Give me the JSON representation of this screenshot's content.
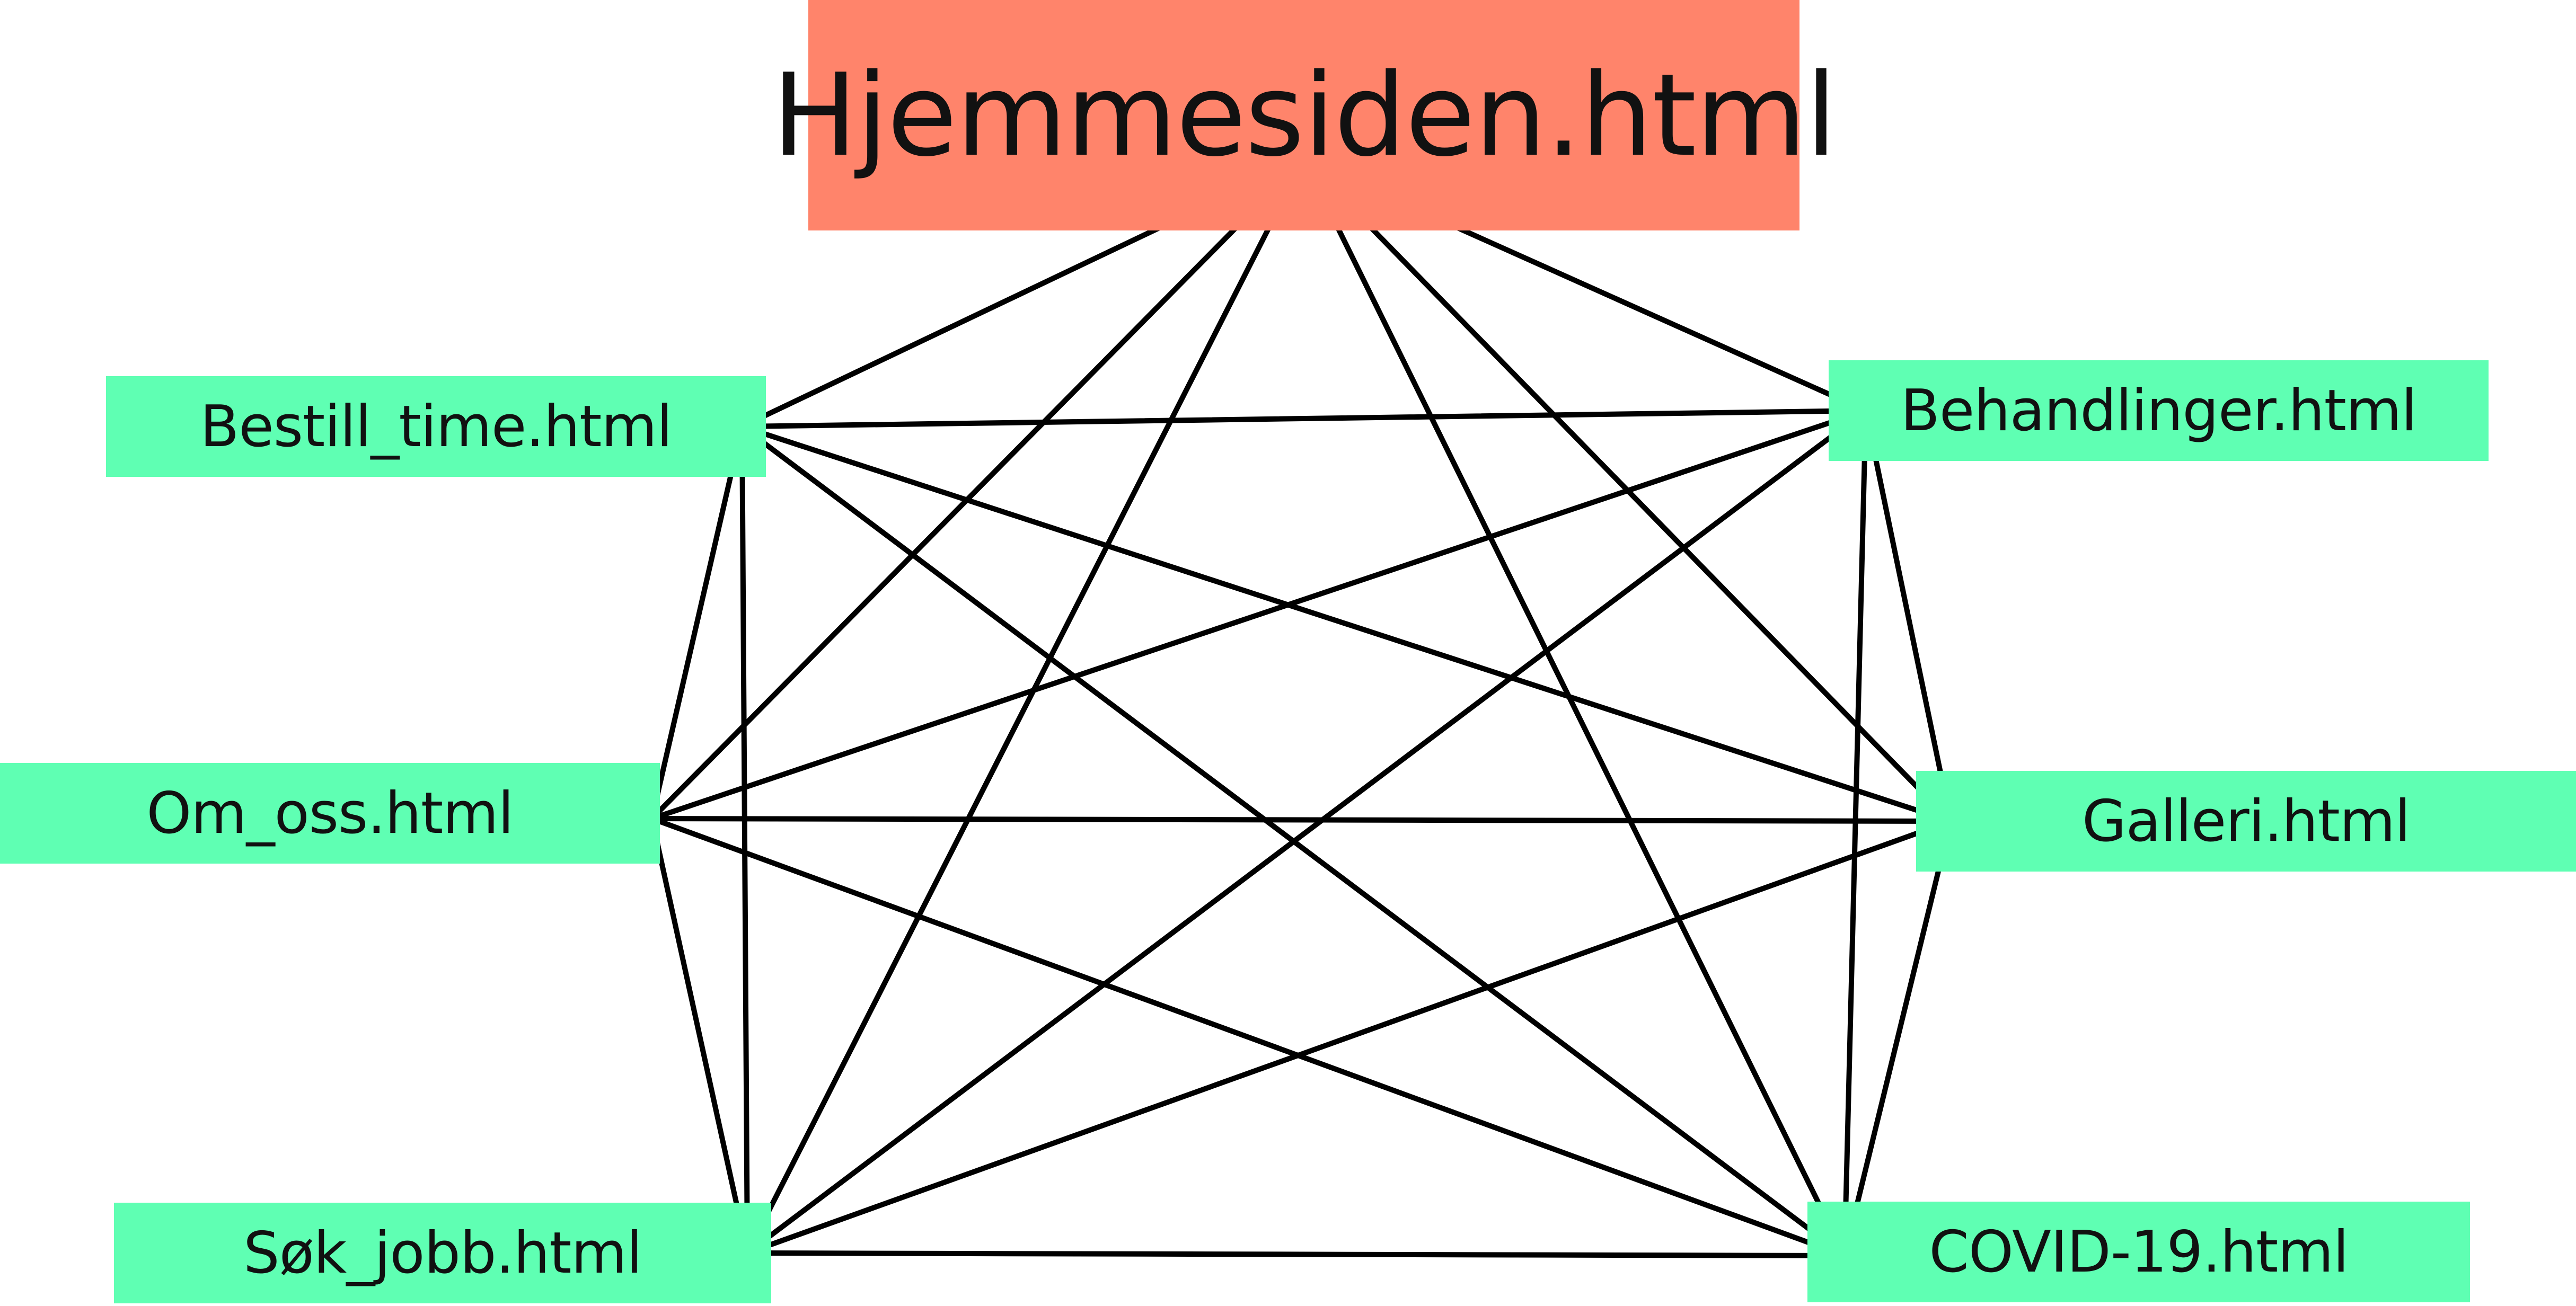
{
  "colors": {
    "root_fill": "#ff846b",
    "page_fill": "#5fffb3",
    "edge_stroke": "#000000",
    "text": "#111111"
  },
  "nodes": {
    "root": {
      "label": "Hjemmesiden.html"
    },
    "bestill": {
      "label": "Bestill_time.html"
    },
    "omoss": {
      "label": "Om_oss.html"
    },
    "sok": {
      "label": "Søk_jobb.html"
    },
    "behandlinger": {
      "label": "Behandlinger.html"
    },
    "galleri": {
      "label": "Galleri.html"
    },
    "covid": {
      "label": "COVID-19.html"
    }
  },
  "edges": [
    [
      "root",
      "bestill"
    ],
    [
      "root",
      "omoss"
    ],
    [
      "root",
      "sok"
    ],
    [
      "root",
      "covid"
    ],
    [
      "root",
      "galleri"
    ],
    [
      "root",
      "behandlinger"
    ],
    [
      "bestill",
      "behandlinger"
    ],
    [
      "bestill",
      "galleri"
    ],
    [
      "bestill",
      "covid"
    ],
    [
      "bestill",
      "omoss"
    ],
    [
      "bestill",
      "sok"
    ],
    [
      "omoss",
      "behandlinger"
    ],
    [
      "omoss",
      "galleri"
    ],
    [
      "omoss",
      "covid"
    ],
    [
      "omoss",
      "sok"
    ],
    [
      "sok",
      "behandlinger"
    ],
    [
      "sok",
      "galleri"
    ],
    [
      "sok",
      "covid"
    ],
    [
      "behandlinger",
      "galleri"
    ],
    [
      "behandlinger",
      "covid"
    ],
    [
      "galleri",
      "covid"
    ]
  ]
}
